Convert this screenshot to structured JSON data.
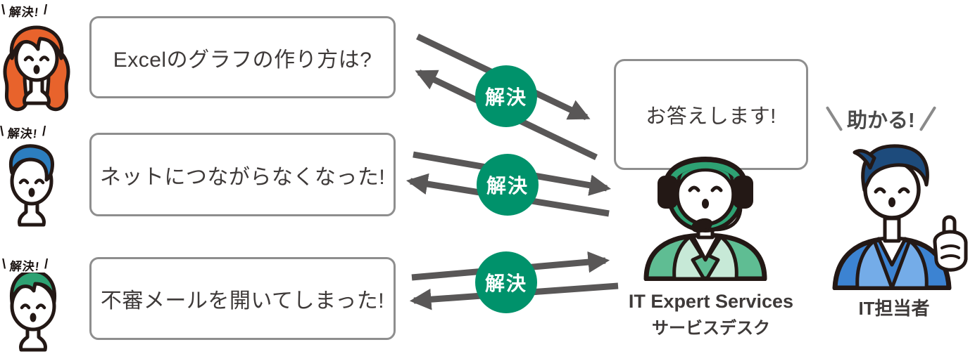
{
  "users": [
    {
      "burst": "解決!",
      "question": "Excelのグラフの作り方は?"
    },
    {
      "burst": "解決!",
      "question": "ネットにつながらなくなった!"
    },
    {
      "burst": "解決!",
      "question": "不審メールを開いてしまった!"
    }
  ],
  "badge_label": "解決",
  "service_desk": {
    "reply": "お答えします!",
    "name_line1": "IT Expert Services",
    "name_line2": "サービスデスク"
  },
  "it_staff": {
    "burst": "助かる!",
    "label": "IT担当者"
  },
  "colors": {
    "badge_green": "#00926b",
    "arrow_gray": "#595757",
    "outline_dark": "#231815",
    "hair_orange": "#e8632c",
    "hair_blue": "#2c7ebf",
    "hair_green": "#2ea273",
    "desk_jacket_green": "#5fbd93",
    "desk_lapel_mint": "#c7e9d7",
    "staff_jacket_blue": "#3c83d2",
    "staff_lapel_blue": "#74ace8",
    "staff_hair_navy": "#1d4b7c",
    "bubble_border": "#8e8e8e"
  }
}
